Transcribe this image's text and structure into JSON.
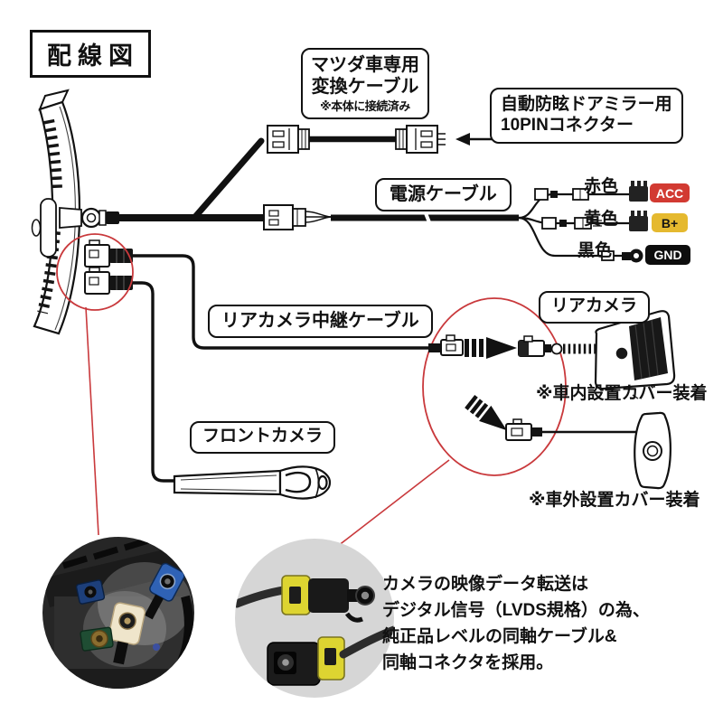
{
  "title": "配線図",
  "labels": {
    "mazda_cable_line1": "マツダ車専用",
    "mazda_cable_line2": "変換ケーブル",
    "mazda_cable_note": "※本体に接続済み",
    "pin10_line1": "自動防眩ドアミラー用",
    "pin10_line2": "10PINコネクター",
    "power_cable": "電源ケーブル",
    "rear_relay_cable": "リアカメラ中継ケーブル",
    "rear_camera": "リアカメラ",
    "front_camera": "フロントカメラ",
    "interior_cover_note": "※車内設置カバー装着",
    "exterior_cover_note": "※車外設置カバー装着"
  },
  "wire_tags": [
    {
      "color_label": "赤色",
      "badge": "ACC",
      "style": "background:#d23a32;color:#ffffff"
    },
    {
      "color_label": "黄色",
      "badge": "B+",
      "style": "background:#e5b92f;color:#151515"
    },
    {
      "color_label": "黒色",
      "badge": "GND",
      "style": "background:#0d0d0d;color:#ffffff"
    }
  ],
  "note_lines": [
    "カメラの映像データ転送は",
    "デジタル信号（LVDS規格）の為、",
    "純正品レベルの同軸ケーブル&",
    "同軸コネクタを採用。"
  ],
  "colors": {
    "annotation": "#c9393c",
    "line": "#111111"
  }
}
